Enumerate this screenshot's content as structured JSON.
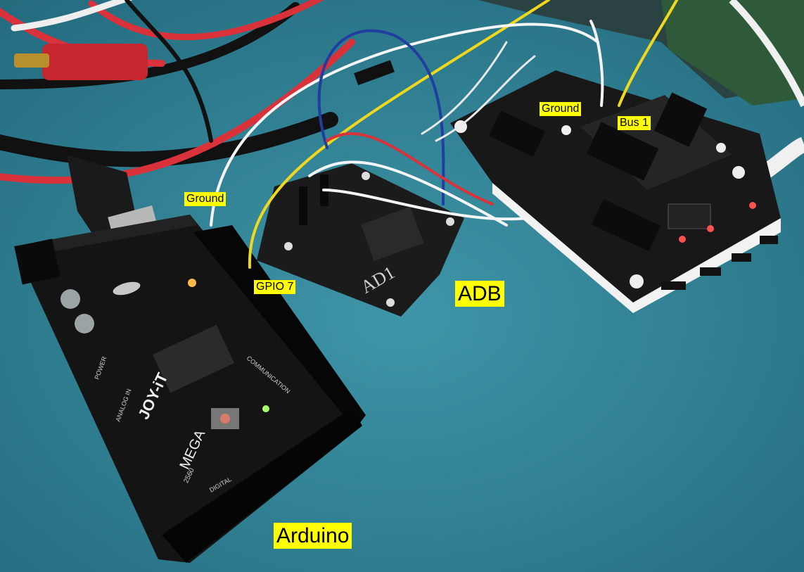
{
  "labels": {
    "ground_left": "Ground",
    "gpio7": "GPIO 7",
    "ground_right": "Ground",
    "bus1": "Bus 1",
    "adb": "ADB",
    "arduino": "Arduino"
  },
  "board_print": {
    "arduino_brand": "JOY-iT",
    "arduino_model": "MEGA",
    "arduino_sub": "2560",
    "adb_handwritten": "AD1",
    "communication": "COMMUNICATION",
    "analog_in": "ANALOG IN",
    "power": "POWER",
    "digital": "DIGITAL"
  }
}
